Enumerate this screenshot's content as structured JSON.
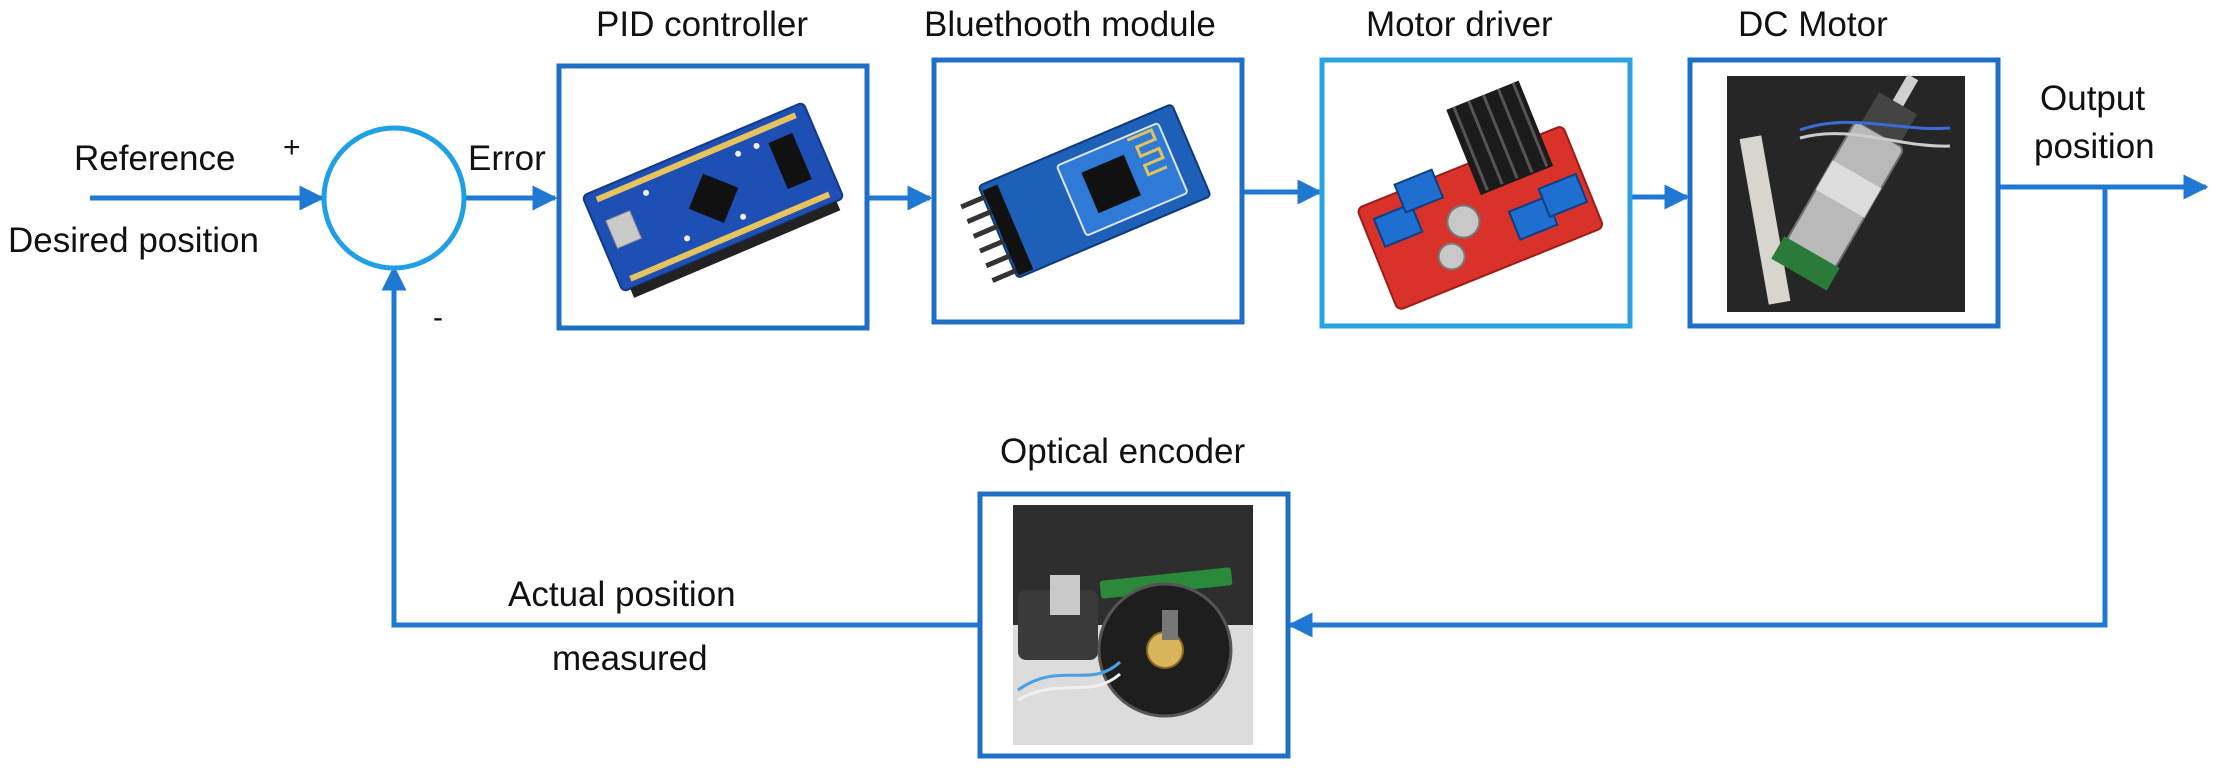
{
  "labels": {
    "reference": "Reference",
    "desired_position": "Desired position",
    "plus": "+",
    "minus": "-",
    "error": "Error",
    "output_line1": "Output",
    "output_line2": "position",
    "actual_line1": "Actual position",
    "actual_line2": "measured"
  },
  "blocks": {
    "pid": {
      "title": "PID controller",
      "icon": "arduino-nano-board-icon"
    },
    "bluetooth": {
      "title": "Bluethooth module",
      "icon": "bluetooth-module-icon"
    },
    "driver": {
      "title": "Motor driver",
      "icon": "motor-driver-board-icon"
    },
    "motor": {
      "title": "DC Motor",
      "icon": "dc-motor-icon"
    },
    "encoder": {
      "title": "Optical encoder",
      "icon": "optical-encoder-icon"
    }
  },
  "colors": {
    "line": "#1f78d1",
    "box_border": "#1f6fc6",
    "driver_border": "#2aa3e0",
    "text": "#111111"
  }
}
